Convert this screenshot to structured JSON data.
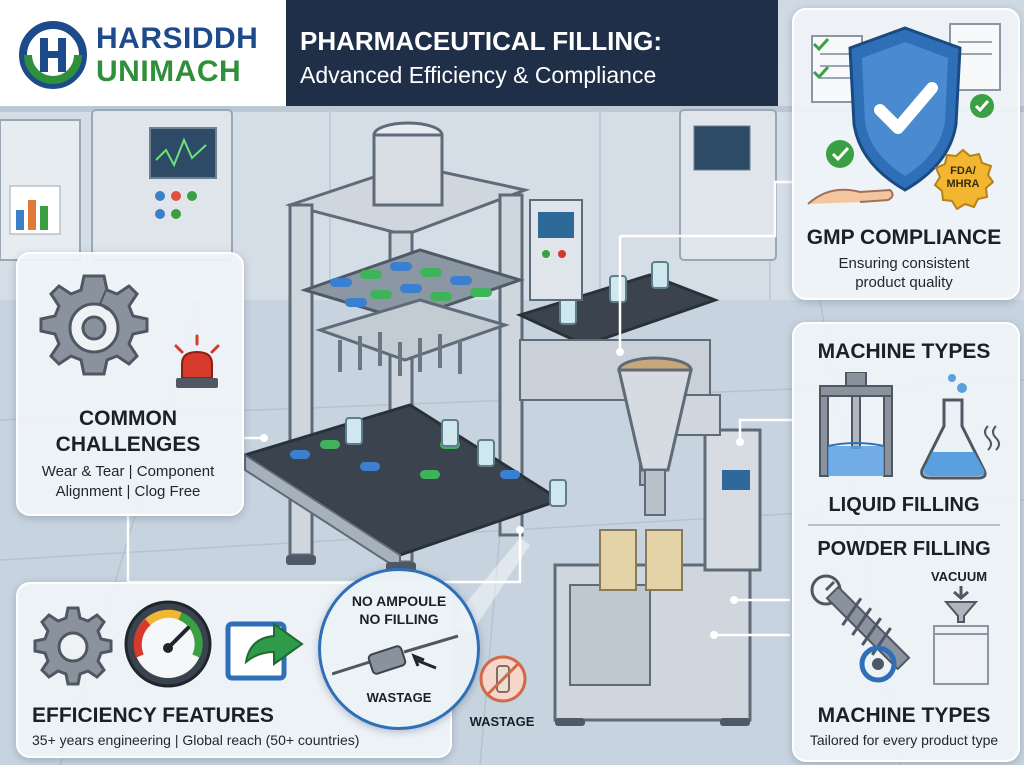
{
  "brand": {
    "name_line1": "HARSIDDH",
    "name_line2": "UNIMACH",
    "colors": {
      "blue": "#1c4a8a",
      "green": "#2f8f3a"
    }
  },
  "title": {
    "main": "PHARMACEUTICAL FILLING:",
    "sub": "Advanced Efficiency & Compliance"
  },
  "gmp": {
    "badge_text_line1": "FDA/",
    "badge_text_line2": "MHRA",
    "heading": "GMP COMPLIANCE",
    "body_line1": "Ensuring consistent",
    "body_line2": "product quality"
  },
  "challenges": {
    "heading_line1": "COMMON",
    "heading_line2": "CHALLENGES",
    "body_line1": "Wear & Tear | Component",
    "body_line2": "Alignment | Clog Free"
  },
  "machine_types": {
    "heading": "MACHINE TYPES",
    "liquid_label": "LIQUID FILLING",
    "powder_label": "POWDER FILLING",
    "vacuum_label": "VACUUM",
    "footer_heading": "MACHINE TYPES",
    "footer_body": "Tailored for every product type"
  },
  "efficiency": {
    "heading": "EFFICIENCY FEATURES",
    "body": "35+ years engineering | Global reach (50+ countries)"
  },
  "ampoule": {
    "line1": "NO AMPOULE",
    "line2": "NO FILLING",
    "inner_label": "WASTAGE",
    "outer_label": "WASTAGE"
  },
  "accent_colors": {
    "shield": "#2f6fb8",
    "check_green": "#3aa043",
    "alarm_red": "#d63a2a",
    "arrow_green": "#2e9a4a",
    "capsule_blue": "#3a7fd0",
    "capsule_green": "#3fb35a",
    "badge_gold": "#f2b630"
  }
}
